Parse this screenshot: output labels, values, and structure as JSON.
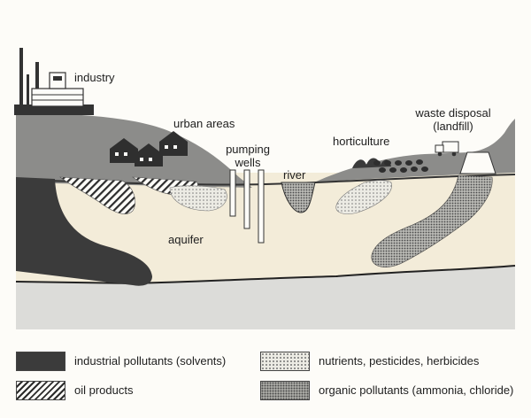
{
  "labels": {
    "industry": "industry",
    "urban_areas": "urban areas",
    "pumping_wells": "pumping\nwells",
    "river": "river",
    "horticulture": "horticulture",
    "waste_disposal": "waste disposal\n(landfill)",
    "aquifer": "aquifer"
  },
  "legend": [
    {
      "key": "industrial",
      "label": "industrial pollutants (solvents)"
    },
    {
      "key": "oil",
      "label": "oil products"
    },
    {
      "key": "nutrients",
      "label": "nutrients, pesticides, herbicides"
    },
    {
      "key": "organic",
      "label": "organic pollutants (ammonia, chloride)"
    }
  ],
  "colors": {
    "hill": "#8c8c8a",
    "aquifer": "#f3ecd9",
    "bedrock": "#dcdcd9",
    "industrial_plume": "#3b3b3b"
  }
}
